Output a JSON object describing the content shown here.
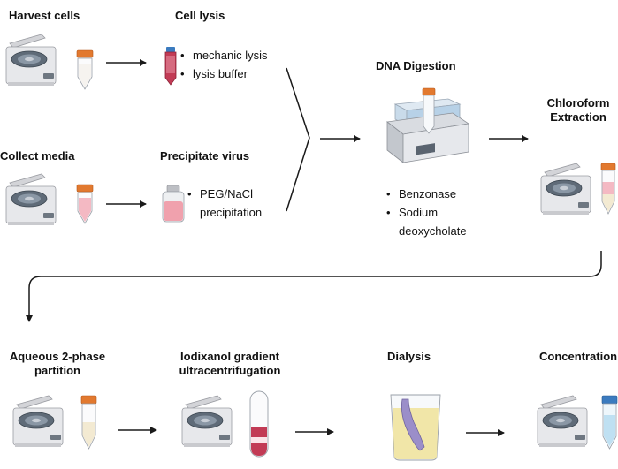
{
  "steps": {
    "harvest": {
      "title": "Harvest cells"
    },
    "lysis": {
      "title": "Cell lysis",
      "bullets": [
        "mechanic lysis",
        "lysis buffer"
      ]
    },
    "collect": {
      "title": "Collect media"
    },
    "precip": {
      "title": "Precipitate virus",
      "bullets": [
        "PEG/NaCl",
        "precipitation"
      ]
    },
    "digest": {
      "title": "DNA Digestion",
      "bullets": [
        "Benzonase",
        "Sodium",
        "deoxycholate"
      ]
    },
    "chloro": {
      "title_line1": "Chloroform",
      "title_line2": "Extraction"
    },
    "aqueous": {
      "title_line1": "Aqueous 2-phase",
      "title_line2": "partition"
    },
    "iodix": {
      "title_line1": "Iodixanol gradient",
      "title_line2": "ultracentrifugation"
    },
    "dialysis": {
      "title": "Dialysis"
    },
    "conc": {
      "title": "Concentration"
    }
  },
  "bullet_glyph": "•",
  "colors": {
    "arrow": "#1a1a1a",
    "centrifuge_body": "#e6e6e8",
    "centrifuge_lid": "#d9d9dc",
    "tube_cap": "#e2792f",
    "tube_cap_blue": "#3b7bbf",
    "media_pink": "#f4b9c3",
    "blood_red": "#b52a45",
    "gel_yellow": "#f1e6a8",
    "membrane_purple": "#9b8ec9"
  }
}
